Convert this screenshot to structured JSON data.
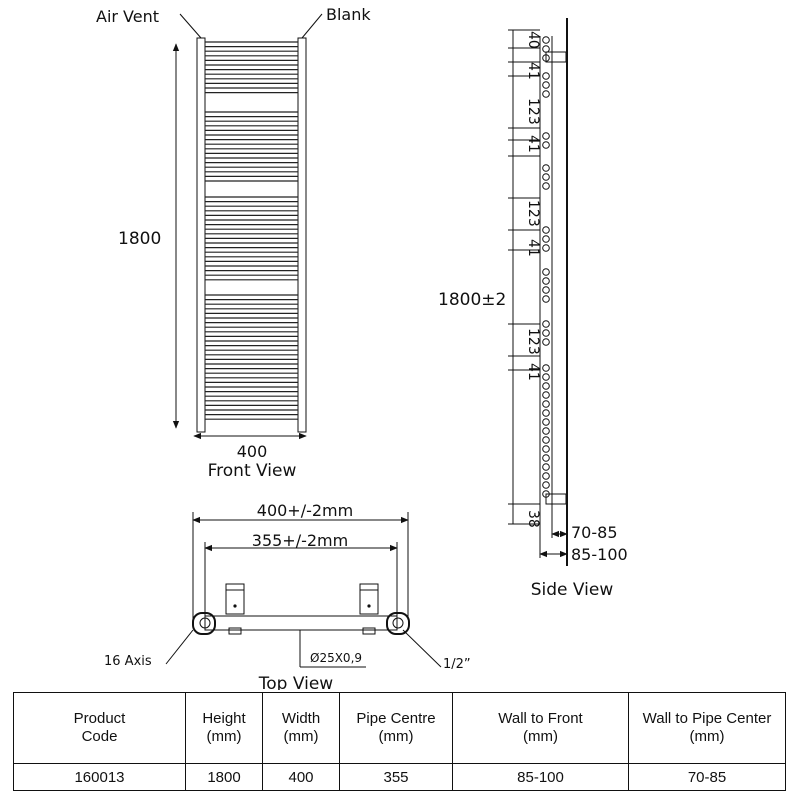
{
  "front_view": {
    "title": "Front View",
    "air_vent_label": "Air Vent",
    "blank_label": "Blank",
    "height_dim": "1800",
    "width_dim": "400"
  },
  "side_view": {
    "title": "Side View",
    "height_dim": "1800±2",
    "spacing_labels": [
      "40",
      "41",
      "123",
      "41",
      "123",
      "41",
      "123",
      "41",
      "38"
    ],
    "wall_to_pipe": "70-85",
    "wall_to_front": "85-100"
  },
  "top_view": {
    "title": "Top View",
    "overall_width": "400+/-2mm",
    "pipe_centre": "355+/-2mm",
    "axis_label": "16 Axis",
    "tube_label": "Ø25X0,9",
    "thread_label": "1/2”"
  },
  "spec_table": {
    "headers": [
      "Product\nCode",
      "Height\n(mm)",
      "Width\n(mm)",
      "Pipe Centre\n(mm)",
      "Wall to Front\n(mm)",
      "Wall to Pipe Center\n(mm)"
    ],
    "row": [
      "160013",
      "1800",
      "400",
      "355",
      "85-100",
      "70-85"
    ]
  }
}
